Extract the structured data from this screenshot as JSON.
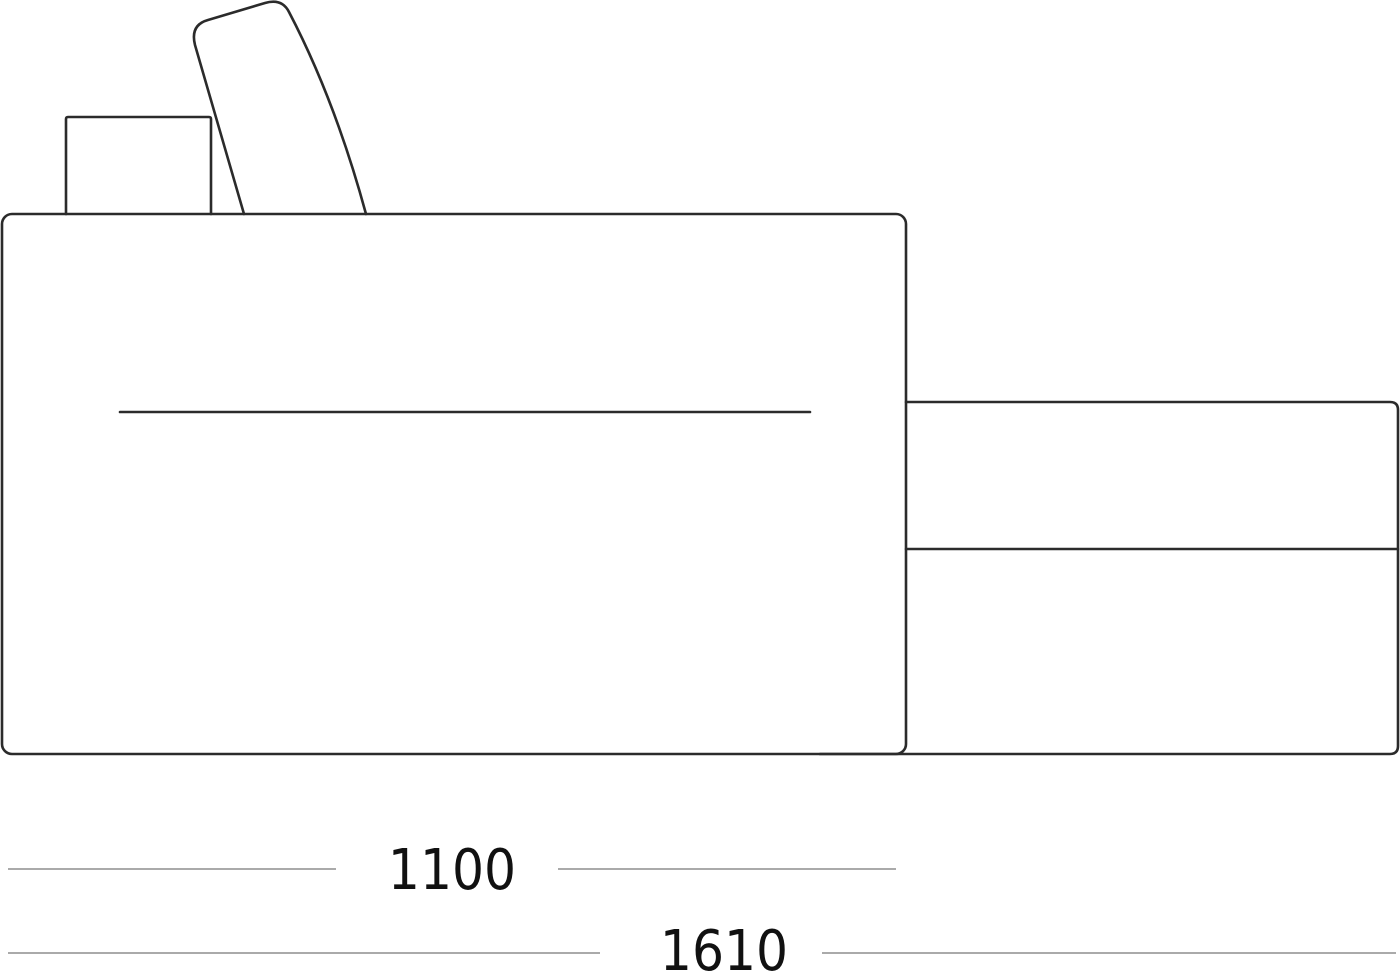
{
  "diagram": {
    "parts": [
      "small-cushion",
      "back-cushion",
      "sofa-body",
      "seam-line",
      "ottoman",
      "ottoman-seam"
    ],
    "dimensions": {
      "inner_width": "1100",
      "overall_width": "1610"
    },
    "colors": {
      "stroke": "#2b2b2b",
      "dimension_line": "#555555",
      "text": "#111111",
      "background": "#ffffff"
    }
  }
}
